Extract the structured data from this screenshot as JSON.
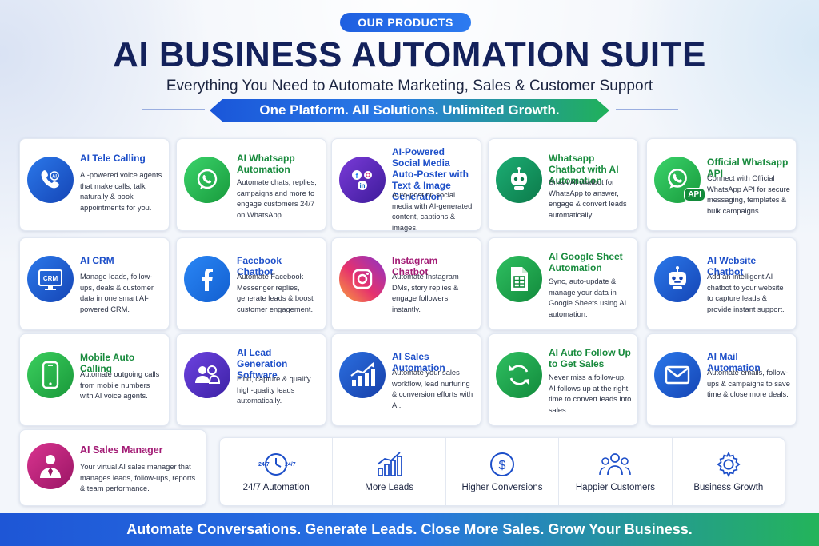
{
  "header": {
    "tag": "OUR PRODUCTS",
    "title": "AI BUSINESS AUTOMATION SUITE",
    "subtitle": "Everything You Need to Automate Marketing, Sales & Customer Support",
    "banner": "One Platform. All Solutions. Unlimited Growth."
  },
  "products": [
    {
      "title": "AI Tele Calling",
      "desc": "AI-powered voice agents that make calls, talk naturally & book appointments for you.",
      "icon": "phone-ai-icon",
      "color": "#1e63d8"
    },
    {
      "title": "AI Whatsapp Automation",
      "desc": "Automate chats, replies, campaigns and more to engage customers 24/7 on WhatsApp.",
      "icon": "whatsapp-icon",
      "color": "#22a543"
    },
    {
      "title": "AI-Powered Social Media Auto-Poster with Text & Image Generation",
      "desc": "Auto-post on social media with AI-generated content, captions & images.",
      "icon": "social-media-icon",
      "color": "#5b2bbf"
    },
    {
      "title": "Whatsapp Chatbot with AI Automation",
      "desc": "Smart AI chatbot for WhatsApp to answer, engage & convert leads automatically.",
      "icon": "robot-icon",
      "color": "#138a5a"
    },
    {
      "title": "Official Whatsapp API",
      "desc": "Connect with Official WhatsApp API for secure messaging, templates & bulk campaigns.",
      "icon": "whatsapp-api-icon",
      "color": "#22a543",
      "badge": "API"
    },
    {
      "title": "AI CRM",
      "desc": "Manage leads, follow-ups, deals & customer data in one smart AI-powered CRM.",
      "icon": "crm-monitor-icon",
      "color": "#1e5fcf",
      "badge": "CRM"
    },
    {
      "title": "Facebook Chatbot",
      "desc": "Automate Facebook Messenger replies, generate leads & boost customer engagement.",
      "icon": "facebook-icon",
      "color": "#1877f2"
    },
    {
      "title": "Instagram Chatbot",
      "desc": "Automate Instagram DMs, story replies & engage followers instantly.",
      "icon": "instagram-icon",
      "color": "#d62976"
    },
    {
      "title": "AI Google Sheet Automation",
      "desc": "Sync, auto-update & manage your data in Google Sheets using AI automation.",
      "icon": "spreadsheet-icon",
      "color": "#1e9e4a"
    },
    {
      "title": "AI Website Chatbot",
      "desc": "Add an intelligent AI chatbot to your website to capture leads & provide instant support.",
      "icon": "chatbot-icon",
      "color": "#1e63d8"
    },
    {
      "title": "Mobile Auto Calling",
      "desc": "Automate outgoing calls from mobile numbers with AI voice agents.",
      "icon": "mobile-phone-icon",
      "color": "#23a845"
    },
    {
      "title": "AI Lead Generation Software",
      "desc": "Find, capture & qualify high-quality leads automatically.",
      "icon": "users-icon",
      "color": "#5b33c8"
    },
    {
      "title": "AI Sales Automation",
      "desc": "Automate your sales workflow, lead nurturing & conversion efforts with AI.",
      "icon": "growth-chart-icon",
      "color": "#1e56c8"
    },
    {
      "title": "AI Auto Follow Up to Get Sales",
      "desc": "Never miss a follow-up. AI follows up at the right time to convert leads into sales.",
      "icon": "refresh-icon",
      "color": "#1e9e4a"
    },
    {
      "title": "AI Mail Automation",
      "desc": "Automate emails, follow-ups & campaigns to save time & close more deals.",
      "icon": "mail-icon",
      "color": "#1e5fd0"
    },
    {
      "title": "AI Sales Manager",
      "desc": "Your virtual AI sales manager that manages leads, follow-ups, reports & team performance.",
      "icon": "manager-icon",
      "color": "#b81f7c"
    }
  ],
  "benefits": [
    {
      "label": "24/7 Automation",
      "icon": "clock-247-icon",
      "left": "24/7",
      "right": "24/7"
    },
    {
      "label": "More Leads",
      "icon": "bar-chart-icon"
    },
    {
      "label": "Higher Conversions",
      "icon": "dollar-icon"
    },
    {
      "label": "Happier Customers",
      "icon": "team-icon"
    },
    {
      "label": "Business Growth",
      "icon": "gear-icon"
    }
  ],
  "footer": "Automate Conversations. Generate Leads. Close More Sales. Grow Your Business."
}
